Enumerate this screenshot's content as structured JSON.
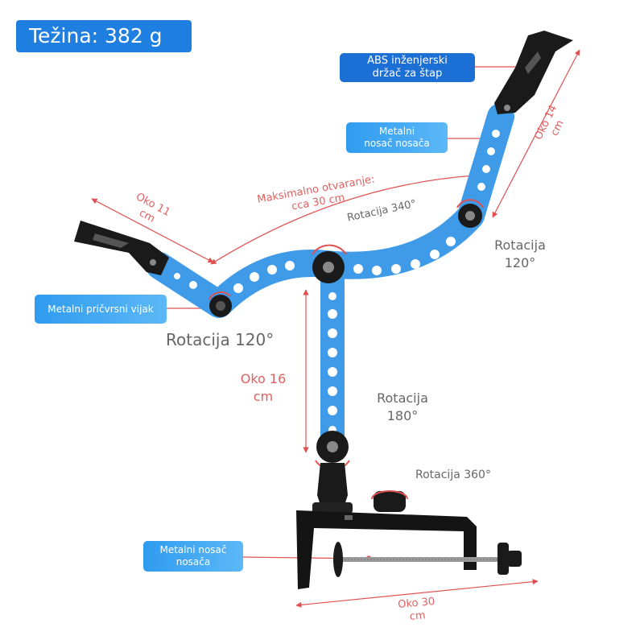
{
  "weight_badge": "Težina: 382 g",
  "callouts": {
    "abs_holder": "ABS inženjerski držač za štap",
    "metal_bracket_top": "Metalni nosač nosača",
    "metal_screw": "Metalni pričvrsni vijak",
    "metal_bracket_bottom": "Metalni nosač nosača"
  },
  "rotations": {
    "top_center": "Rotacija 340°",
    "right_joint": "Rotacija 120°",
    "left_joint": "Rotacija 120°",
    "middle_joint": "Rotacija 180°",
    "base_knob": "Rotacija 360°"
  },
  "dimensions": {
    "max_opening": "Maksimalno otvaranje: cca 30 cm",
    "left_arm": "Oko 11 cm",
    "right_arm": "Oko 14 cm",
    "vertical_arm": "Oko 16 cm",
    "clamp_width": "Oko 30 cm"
  },
  "colors": {
    "badge": "#1f7fe0",
    "arm_blue": "#3f9be8",
    "dimension_red": "#e05050",
    "plastic_black": "#1a1a1a"
  }
}
